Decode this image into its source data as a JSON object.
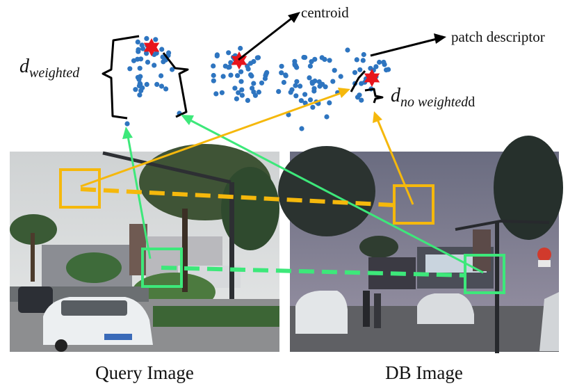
{
  "labels": {
    "centroid": "centroid",
    "patch_descriptor": "patch descriptor",
    "d_weighted_base": "d",
    "d_weighted_sub": "weighted",
    "d_no_weighted_base": "d",
    "d_no_weighted_sub": "no weighted",
    "d_no_weighted_tail": "d",
    "query_caption": "Query Image",
    "db_caption": "DB Image"
  },
  "colors": {
    "descriptor_dot": "#2e75c0",
    "centroid_star": "#e8141c",
    "match_green": "#3de87a",
    "match_yellow": "#f5b80c",
    "bracket": "#000000"
  },
  "icons": {
    "centroid": "red-star-icon",
    "patch": "square-box-icon",
    "arrow": "arrowhead-icon"
  }
}
